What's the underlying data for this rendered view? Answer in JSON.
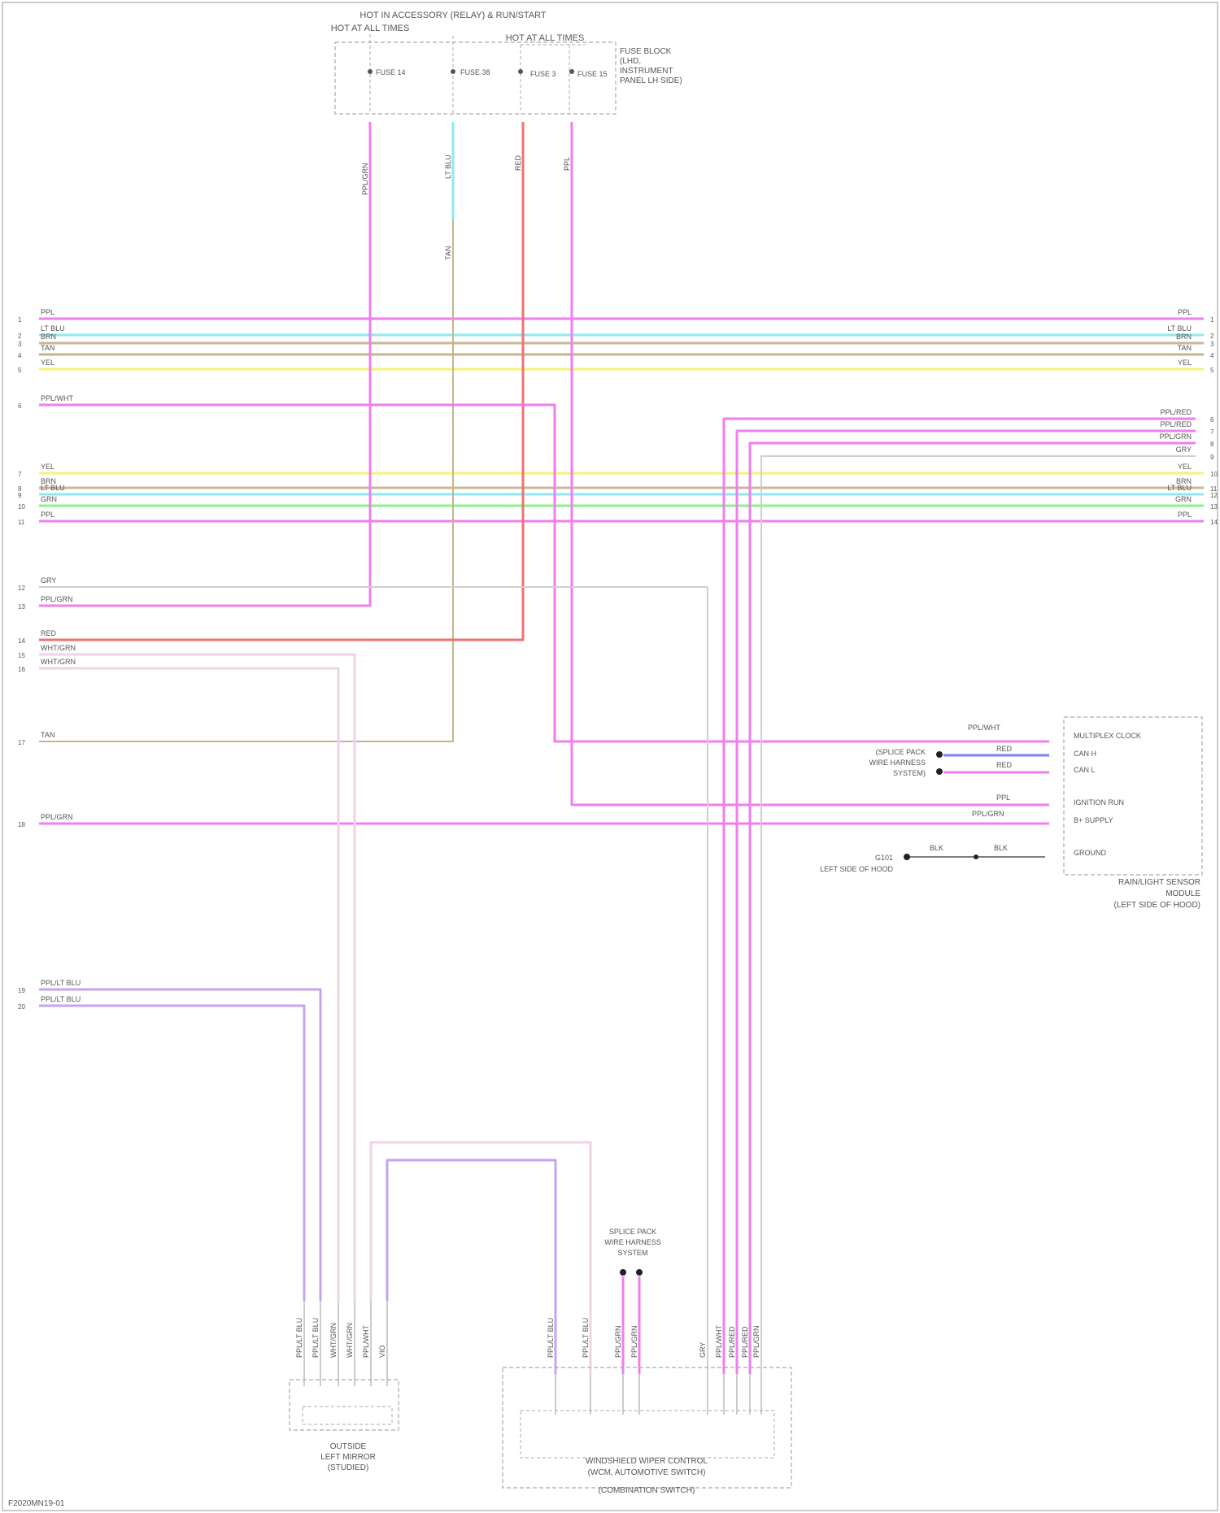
{
  "top_fuse_box": {
    "feeds": [
      "HOT AT ALL TIMES",
      "HOT IN ACCESSORY (RELAY) & RUN/START",
      "HOT AT ALL TIMES"
    ],
    "label": [
      "FUSE BLOCK",
      "(LHD,",
      "INSTRUMENT",
      "PANEL LH SIDE)"
    ],
    "fuses": [
      "FUSE 14",
      "FUSE 38",
      "FUSE 3",
      "FUSE 15"
    ]
  },
  "wire_colors": {
    "PPL": "#f07ef0",
    "LT BLU": "#8fe8f0",
    "BRN": "#c8b89a",
    "YEL": "#f6f274",
    "RED": "#ee7272",
    "GRY": "#cfcfcf",
    "TAN": "#c6b48c",
    "GRN": "#8ef08a",
    "VIO": "#c4a4f0",
    "BLU": "#8080f0",
    "WHT": "#f2d2e6",
    "BLK": "#333333"
  },
  "left_connector_labels": [
    {
      "num": "1",
      "text": "PPL"
    },
    {
      "num": "2",
      "text": "LT BLU"
    },
    {
      "num": "3",
      "text": "BRN"
    },
    {
      "num": "4",
      "text": "TAN"
    },
    {
      "num": "5",
      "text": "YEL"
    },
    {
      "num": "6",
      "text": "PPL/WHT"
    },
    {
      "num": "7",
      "text": "YEL"
    },
    {
      "num": "8",
      "text": "BRN"
    },
    {
      "num": "9",
      "text": "LT BLU"
    },
    {
      "num": "10",
      "text": "GRN"
    },
    {
      "num": "11",
      "text": "PPL"
    },
    {
      "num": "12",
      "text": "GRY"
    },
    {
      "num": "13",
      "text": "PPL/GRN"
    },
    {
      "num": "14",
      "text": "RED"
    },
    {
      "num": "15",
      "text": "WHT/GRN"
    },
    {
      "num": "16",
      "text": "WHT/GRN"
    },
    {
      "num": "17",
      "text": "TAN"
    },
    {
      "num": "18",
      "text": "PPL/GRN"
    },
    {
      "num": "19",
      "text": "PPL/LT BLU"
    },
    {
      "num": "20",
      "text": "PPL/LT BLU"
    }
  ],
  "right_connector_labels": [
    {
      "num": "1",
      "text": "PPL"
    },
    {
      "num": "2",
      "text": "LT BLU"
    },
    {
      "num": "3",
      "text": "BRN"
    },
    {
      "num": "4",
      "text": "TAN"
    },
    {
      "num": "5",
      "text": "YEL"
    },
    {
      "num": "6",
      "text": "PPL/RED"
    },
    {
      "num": "7",
      "text": "PPL/RED"
    },
    {
      "num": "8",
      "text": "PPL/GRN"
    },
    {
      "num": "9",
      "text": "GRY"
    },
    {
      "num": "10",
      "text": "YEL"
    },
    {
      "num": "11",
      "text": "BRN"
    },
    {
      "num": "12",
      "text": "LT BLU"
    },
    {
      "num": "13",
      "text": "GRN"
    },
    {
      "num": "14",
      "text": "PPL"
    }
  ],
  "rear_sensor_module": {
    "label": [
      "RAIN/LIGHT SENSOR",
      "MODULE",
      "(LEFT SIDE OF HOOD)"
    ],
    "pins": [
      "MULTIPLEX CLOCK",
      "CAN H",
      "CAN L",
      "IGNITION RUN",
      "B+ SUPPLY",
      "GROUND"
    ],
    "left_labels": [
      "PPL/WHT",
      "RED",
      "RED",
      "PPL",
      "PPL/GRN",
      "BLK",
      "BLK"
    ],
    "splice_label": [
      "(SPLICE PACK",
      "WIRE HARNESS",
      "SYSTEM)"
    ],
    "ground_label": [
      "G101",
      "LEFT SIDE OF HOOD"
    ]
  },
  "bottom_left_component": {
    "label": [
      "OUTSIDE",
      "LEFT MIRROR",
      "(STUDIED)"
    ],
    "wire_labels": [
      "PPL/LT BLU",
      "PPL/LT BLU",
      "WHT/GRN",
      "WHT/GRN",
      "PPL/WHT",
      "VIO"
    ]
  },
  "bottom_center_component": {
    "label": [
      "WINDSHIELD WIPER CONTROL",
      "(WCM, AUTOMOTIVE SWITCH)",
      "(COMBINATION SWITCH)"
    ],
    "top_label": [
      "SPLICE PACK",
      "WIRE HARNESS",
      "SYSTEM"
    ],
    "wire_labels": [
      "PPL/LT BLU",
      "PPL/LT BLU",
      "PPL/GRN",
      "PPL/GRN",
      "GRY",
      "PPL/WHT",
      "PPL/RED",
      "PPL/RED",
      "PPL/GRN"
    ]
  },
  "footer_code": "F2020MN19-01"
}
